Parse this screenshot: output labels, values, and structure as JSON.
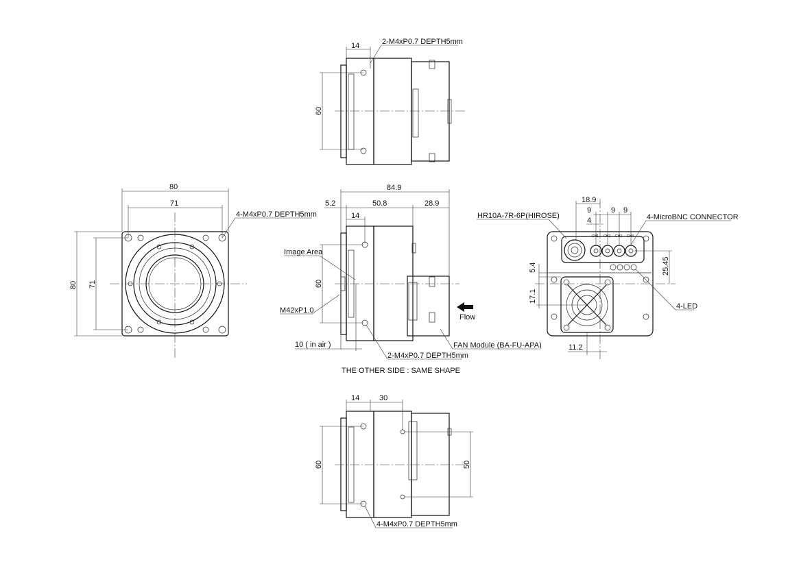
{
  "top_view": {
    "dim_14": "14",
    "hole_label": "2-M4xP0.7 DEPTH5mm",
    "dim_60": "60"
  },
  "front_view": {
    "dim_80_h": "80",
    "dim_71_h": "71",
    "dim_80_v": "80",
    "dim_71_v": "71",
    "hole_label": "4-M4xP0.7 DEPTH5mm"
  },
  "side_view": {
    "dim_total": "84.9",
    "dim_5_2": "5.2",
    "dim_50_8": "50.8",
    "dim_28_9": "28.9",
    "dim_14": "14",
    "dim_60": "60",
    "image_area": "Image Area",
    "mount": "M42xP1.0",
    "flange": "10 ( in air )",
    "hole_label": "2-M4xP0.7 DEPTH5mm",
    "other_side": "THE OTHER SIDE : SAME SHAPE",
    "fan_module": "FAN Module (BA-FU-APA)",
    "flow": "Flow"
  },
  "rear_view": {
    "dim_18_9": "18.9",
    "dim_9a": "9",
    "dim_9b": "9",
    "dim_9c": "9",
    "dim_4": "4",
    "hirose": "HR10A-7R-6P(HIROSE)",
    "bnc": "4-MicroBNC CONNECTOR",
    "ch": [
      "CH1",
      "CH2",
      "CH3",
      "CH4"
    ],
    "dim_5_4": "5.4",
    "dim_17_1": "17.1",
    "dim_25_45": "25.45",
    "dim_11_2": "11.2",
    "led": "4-LED"
  },
  "bottom_view": {
    "dim_14": "14",
    "dim_30": "30",
    "dim_60": "60",
    "dim_50": "50",
    "hole_label": "4-M4xP0.7 DEPTH5mm"
  }
}
